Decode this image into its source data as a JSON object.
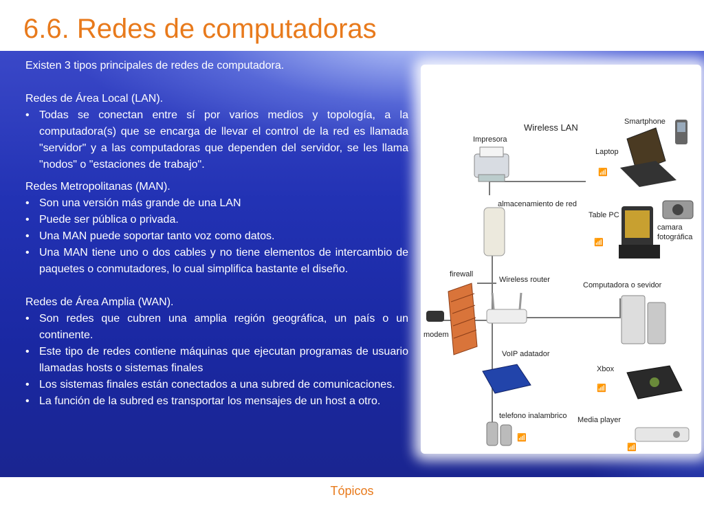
{
  "slide": {
    "title": "6.6. Redes de computadoras",
    "footer": "Tópicos"
  },
  "content": {
    "intro": "Existen 3 tipos principales de redes de computadora.",
    "lan": {
      "heading": "Redes de Área Local (LAN).",
      "bullets": [
        "Todas se conectan entre sí por varios medios y topología, a la computadora(s) que se encarga de llevar el control de la red es llamada \"servidor\" y a las computadoras que dependen del servidor, se les llama \"nodos\" o \"estaciones de trabajo\"."
      ]
    },
    "man": {
      "heading": "Redes Metropolitanas (MAN).",
      "bullets": [
        "Son una versión más grande de una LAN",
        "Puede ser pública o privada.",
        "Una MAN puede soportar tanto voz como datos.",
        "Una MAN tiene uno o dos cables y no tiene elementos de intercambio de paquetes o conmutadores, lo cual simplifica bastante el diseño."
      ]
    },
    "wan": {
      "heading": "Redes de Área  Amplia (WAN).",
      "bullets": [
        "Son redes que cubren una amplia región geográfica, un país o un continente.",
        "Este tipo de redes contiene máquinas que ejecutan programas de usuario llamadas hosts o sistemas finales",
        "Los sistemas finales están conectados a una subred de comunicaciones.",
        "La función de la subred es transportar los mensajes de un host a otro."
      ]
    }
  },
  "diagram": {
    "labels": {
      "wireless_lan": "Wireless LAN",
      "smartphone": "Smartphone",
      "impresora": "Impresora",
      "laptop": "Laptop",
      "almacenamiento": "almacenamiento de red",
      "table_pc": "Table PC",
      "camara": "camara",
      "fotografica": "fotográfica",
      "firewall": "firewall",
      "wireless_router": "Wireless router",
      "computadora": "Computadora o sevidor",
      "modem": "modem",
      "voip": "VoIP adatador",
      "xbox": "Xbox",
      "telefono": "telefono inalambrico",
      "media_player": "Media player"
    }
  },
  "colors": {
    "title": "#e87a1c",
    "panel": "#2232b4",
    "text": "#ffffff"
  }
}
